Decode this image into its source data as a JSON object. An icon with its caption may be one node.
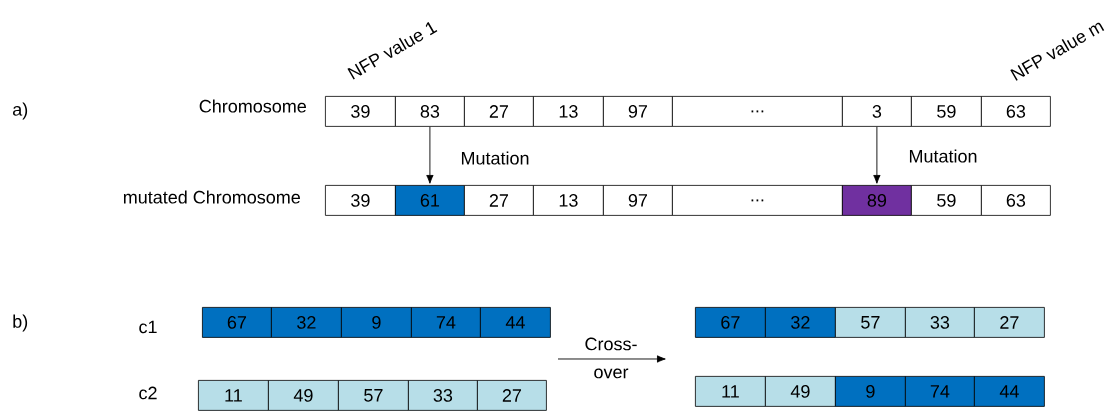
{
  "diagram": {
    "nodes": [
      {
        "text": [
          "39"
        ]
      },
      {
        "text": [
          "83"
        ]
      },
      {
        "text": [
          "27"
        ]
      },
      {
        "text": [
          "13"
        ]
      },
      {
        "text": [
          "97"
        ]
      },
      {
        "text": [
          "..."
        ]
      },
      {
        "text": [
          "3"
        ]
      },
      {
        "text": [
          "59"
        ]
      },
      {
        "text": [
          "63"
        ]
      },
      {
        "text": [
          "39"
        ]
      },
      {
        "text": [
          "61"
        ]
      },
      {
        "text": [
          "27"
        ]
      },
      {
        "text": [
          "13"
        ]
      },
      {
        "text": [
          "97"
        ]
      },
      {
        "text": [
          "..."
        ]
      },
      {
        "text": [
          "89"
        ]
      },
      {
        "text": [
          "59"
        ]
      },
      {
        "text": [
          "63"
        ]
      },
      {
        "text": [
          "67"
        ]
      },
      {
        "text": [
          "32"
        ]
      },
      {
        "text": [
          "9"
        ]
      },
      {
        "text": [
          "74"
        ]
      },
      {
        "text": [
          "44"
        ]
      },
      {
        "text": [
          "67"
        ]
      },
      {
        "text": [
          "32"
        ]
      },
      {
        "text": [
          "57"
        ]
      },
      {
        "text": [
          "33"
        ]
      },
      {
        "text": [
          "27"
        ]
      },
      {
        "text": [
          "11"
        ]
      },
      {
        "text": [
          "49"
        ]
      },
      {
        "text": [
          "57"
        ]
      },
      {
        "text": [
          "33"
        ]
      },
      {
        "text": [
          "27"
        ]
      },
      {
        "text": [
          "11"
        ]
      },
      {
        "text": [
          "49"
        ]
      },
      {
        "text": [
          "9"
        ]
      },
      {
        "text": [
          "74"
        ]
      },
      {
        "text": [
          "44"
        ]
      }
    ],
    "edges": [
      {
        "from": 1,
        "to": 10,
        "arrow": "to",
        "label": "Mutation"
      },
      {
        "from": 6,
        "to": 15,
        "arrow": "to",
        "label": "Mutation"
      }
    ],
    "labels": [
      "NFP value 1",
      "NFP value m",
      "a)",
      "Chromosome",
      "mutated Chromosome",
      "b)",
      "c1",
      "Cross- over",
      "c2"
    ]
  }
}
